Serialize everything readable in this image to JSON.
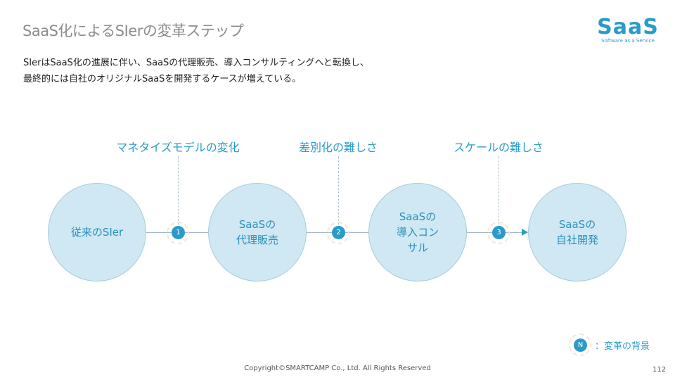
{
  "title": "SaaS化によるSIerの変革ステップ",
  "logo": {
    "main": "SaaS",
    "sub": "Software as a Service"
  },
  "description": [
    "SIerはSaaS化の進展に伴い、SaaSの代理販売、導入コンサルティングへと転換し、",
    "最終的には自社のオリジナルSaaSを開発するケースが増えている。"
  ],
  "steps": [
    {
      "label": "従来のSIer"
    },
    {
      "label": "SaaSの\n代理販売"
    },
    {
      "label": "SaaSの\n導入コン\nサル"
    },
    {
      "label": "SaaSの\n自社開発"
    }
  ],
  "backgrounds": [
    {
      "num": "1",
      "label": "マネタイズモデルの変化"
    },
    {
      "num": "2",
      "label": "差別化の難しさ"
    },
    {
      "num": "3",
      "label": "スケールの難しさ"
    }
  ],
  "legend": {
    "num": "N",
    "label": "：変革の背景"
  },
  "footer": "Copyright©SMARTCAMP Co., Ltd. All Rights Reserved",
  "page_number": "112"
}
